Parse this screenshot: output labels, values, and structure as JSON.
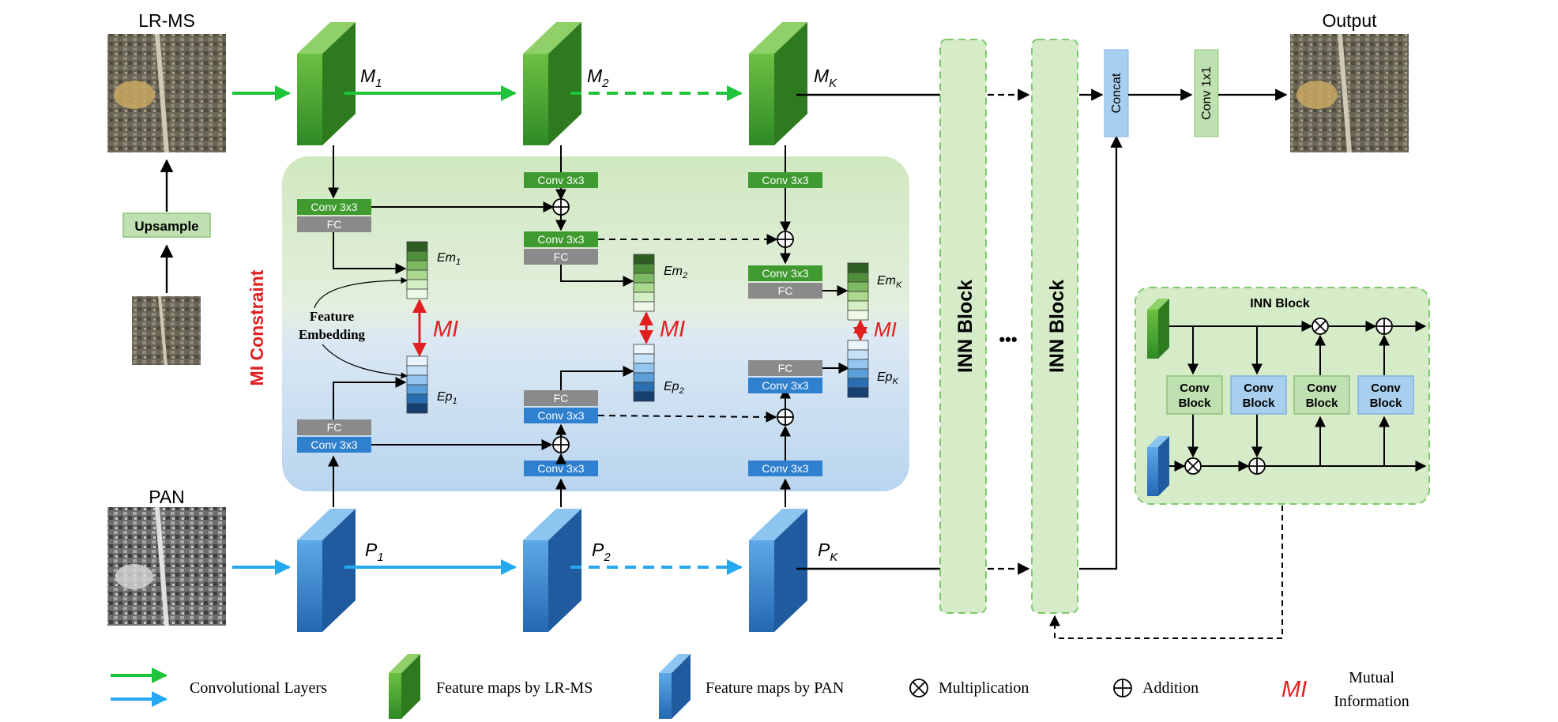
{
  "labels": {
    "lrms": "LR-MS",
    "pan": "PAN",
    "output": "Output",
    "upsample": "Upsample",
    "mi_constraint": "MI Constraint",
    "feature_embedding_1": "Feature",
    "feature_embedding_2": "Embedding",
    "ellipsis": "•••"
  },
  "ms_branch": {
    "m1": "M",
    "m1_sub": "1",
    "m2": "M",
    "m2_sub": "2",
    "mk": "M",
    "mk_sub": "K"
  },
  "pan_branch": {
    "p1": "P",
    "p1_sub": "1",
    "p2": "P",
    "p2_sub": "2",
    "pk": "P",
    "pk_sub": "K"
  },
  "blocks": {
    "conv3x3": "Conv 3x3",
    "fc": "FC",
    "inn_block": "INN Block",
    "concat": "Concat",
    "conv1x1": "Conv 1x1"
  },
  "embeddings": {
    "em1": "Em",
    "em1_sub": "1",
    "em2": "Em",
    "em2_sub": "2",
    "emk": "Em",
    "emk_sub": "K",
    "ep1": "Ep",
    "ep1_sub": "1",
    "ep2": "Ep",
    "ep2_sub": "2",
    "epk": "Ep",
    "epk_sub": "K"
  },
  "mi": "MI",
  "inn_detail": {
    "title": "INN Block",
    "conv_line1": "Conv",
    "conv_line2": "Block"
  },
  "legend": {
    "conv_layers": "Convolutional Layers",
    "feature_lrms": "Feature maps by LR-MS",
    "feature_pan": "Feature maps by PAN",
    "multiplication": "Multiplication",
    "addition": "Addition",
    "mi": "MI",
    "mutual_1": "Mutual",
    "mutual_2": "Information"
  },
  "colors": {
    "green": "#3f9b2f",
    "blue": "#2f80cf",
    "red": "#e02020",
    "inn_fill": "#d6ecc9",
    "concat_fill": "#a9cfee"
  }
}
